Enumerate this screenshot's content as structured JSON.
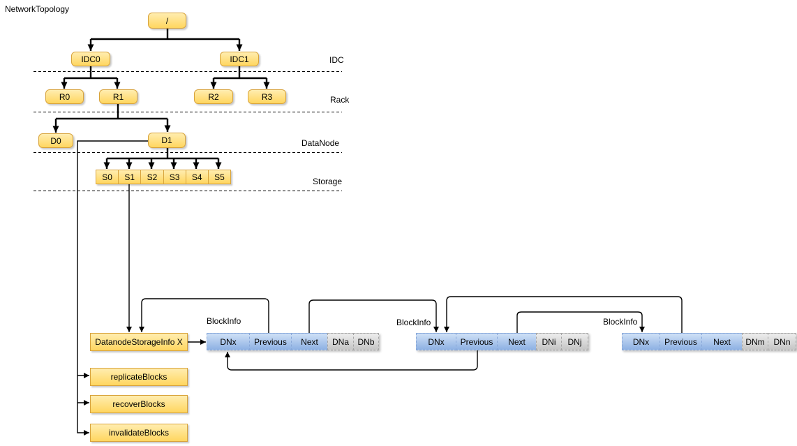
{
  "title": "NetworkTopology",
  "colors": {
    "node_fill_top": "#ffedb0",
    "node_fill_bottom": "#ffd65f",
    "node_border": "#d8a33c",
    "blue_fill_top": "#cfe0f6",
    "blue_fill_bottom": "#8db1e3",
    "gray_fill_top": "#ededed",
    "gray_fill_bottom": "#c5c5c5",
    "line": "#000000"
  },
  "tree": {
    "root": "/",
    "idc0": "IDC0",
    "idc1": "IDC1",
    "r0": "R0",
    "r1": "R1",
    "r2": "R2",
    "r3": "R3",
    "d0": "D0",
    "d1": "D1",
    "storages": [
      "S0",
      "S1",
      "S2",
      "S3",
      "S4",
      "S5"
    ],
    "level_labels": {
      "idc": "IDC",
      "rack": "Rack",
      "datanode": "DataNode",
      "storage": "Storage"
    }
  },
  "detail": {
    "storage_info": "DatanodeStorageInfo X",
    "queues": [
      "replicateBlocks",
      "recoverBlocks",
      "invalidateBlocks"
    ],
    "blockinfo_label": "BlockInfo",
    "rows": [
      {
        "cells": [
          "DNx",
          "Previous",
          "Next",
          "DNa",
          "DNb"
        ]
      },
      {
        "cells": [
          "DNx",
          "Previous",
          "Next",
          "DNi",
          "DNj"
        ]
      },
      {
        "cells": [
          "DNx",
          "Previous",
          "Next",
          "DNm",
          "DNn"
        ]
      }
    ]
  }
}
